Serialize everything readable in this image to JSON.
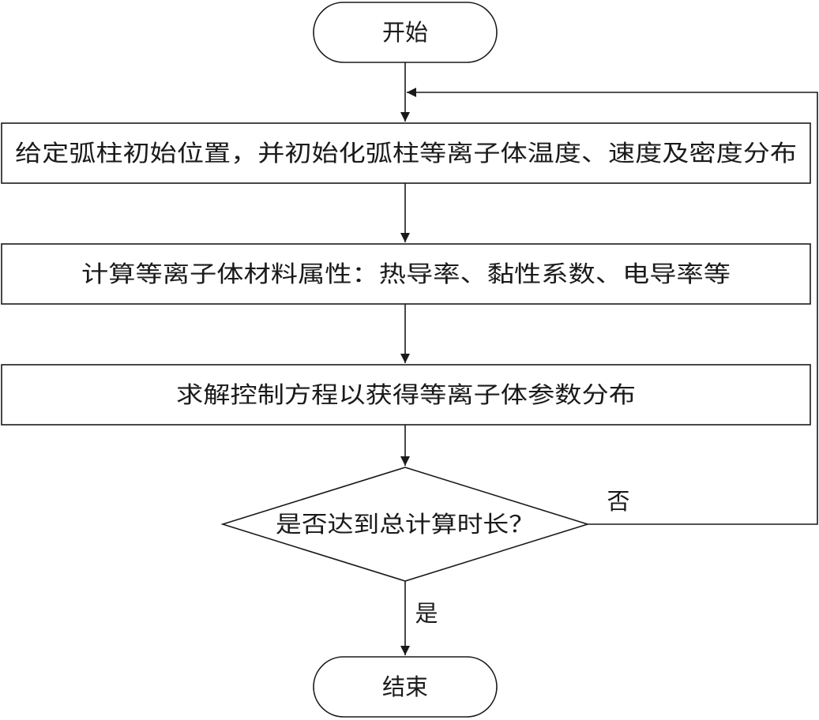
{
  "flowchart": {
    "start": "开始",
    "step1": "给定弧柱初始位置，并初始化弧柱等离子体温度、速度及密度分布",
    "step2": "计算等离子体材料属性：热导率、黏性系数、电导率等",
    "step3": "求解控制方程以获得等离子体参数分布",
    "decision": "是否达到总计算时长？",
    "no_label": "否",
    "yes_label": "是",
    "end": "结束"
  }
}
